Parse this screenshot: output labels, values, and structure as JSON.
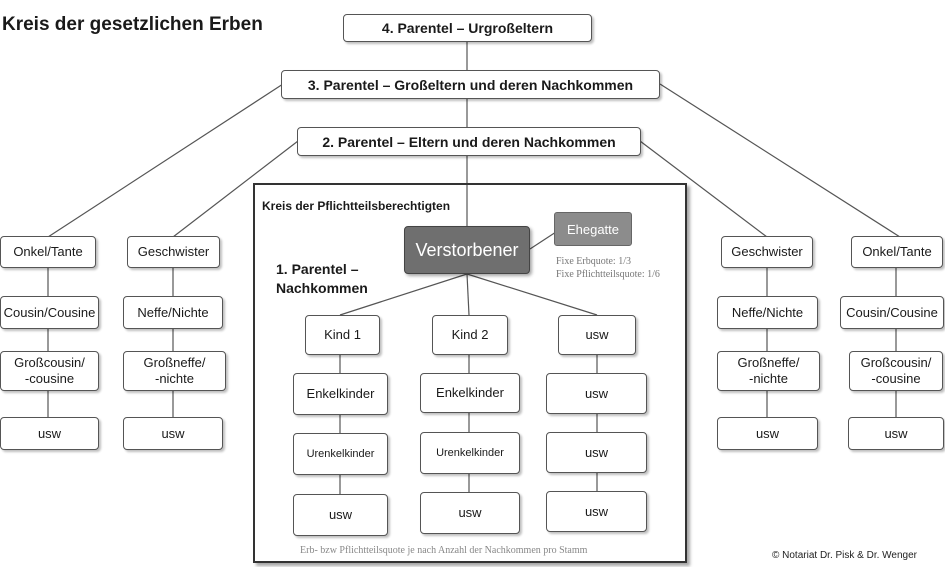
{
  "title": "Kreis der gesetzlichen Erben",
  "parentel4": "4. Parentel – Urgroßeltern",
  "parentel3": "3. Parentel – Großeltern und deren Nachkommen",
  "parentel2": "2. Parentel – Eltern und deren Nachkommen",
  "inner": {
    "title": "Kreis der Pflichtteilsberechtigten",
    "deceased": "Verstorbener",
    "spouse": "Ehegatte",
    "quote1": "Fixe Erbquote: 1/3",
    "quote2": "Fixe Pflichtteilsquote: 1/6",
    "parentel1_line1": "1. Parentel –",
    "parentel1_line2": "Nachkommen",
    "footer": "Erb- bzw Pflichtteilsquote je nach Anzahl der Nachkommen pro Stamm",
    "col1": [
      "Kind 1",
      "Enkelkinder",
      "Urenkelkinder",
      "usw"
    ],
    "col2": [
      "Kind 2",
      "Enkelkinder",
      "Urenkelkinder",
      "usw"
    ],
    "col3": [
      "usw",
      "usw",
      "usw",
      "usw"
    ]
  },
  "left_outer": [
    "Onkel/Tante",
    "Cousin/Cousine",
    "Großcousin/\n-cousine",
    "usw"
  ],
  "left_inner": [
    "Geschwister",
    "Neffe/Nichte",
    "Großneffe/\n-nichte",
    "usw"
  ],
  "right_inner": [
    "Geschwister",
    "Neffe/Nichte",
    "Großneffe/\n-nichte",
    "usw"
  ],
  "right_outer": [
    "Onkel/Tante",
    "Cousin/Cousine",
    "Großcousin/\n-cousine",
    "usw"
  ],
  "copyright": "© Notariat Dr. Pisk & Dr. Wenger"
}
